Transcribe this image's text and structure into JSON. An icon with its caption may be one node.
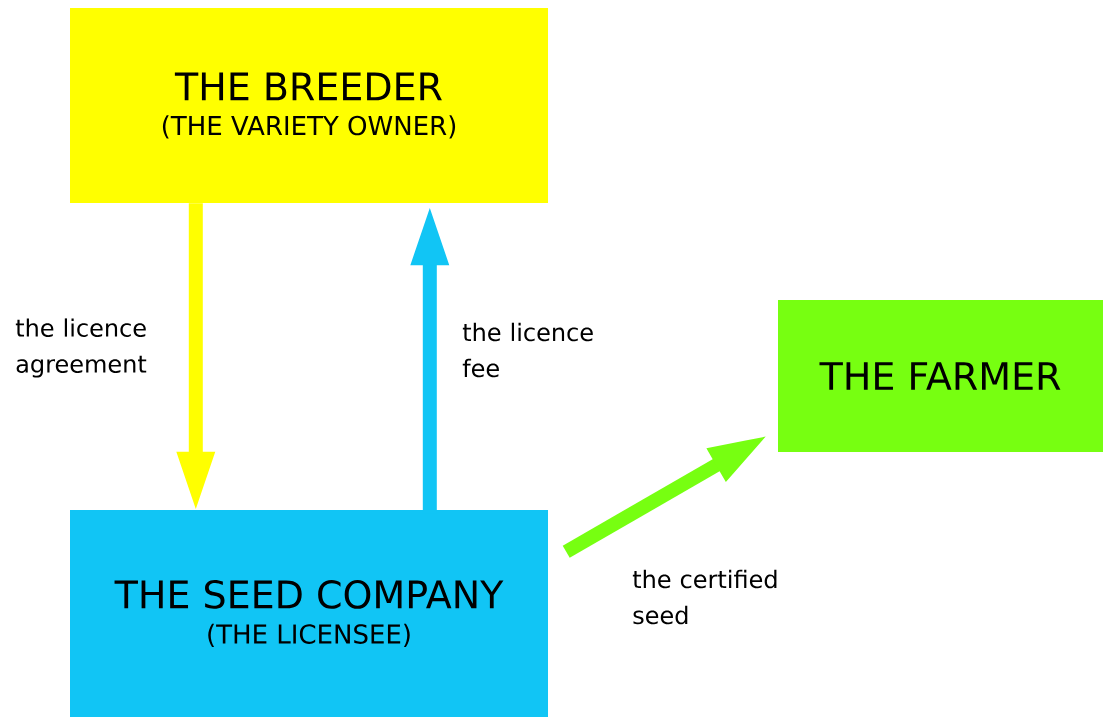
{
  "diagram": {
    "nodes": [
      {
        "text": [
          "THE BREEDER",
          "(THE VARIETY OWNER)"
        ]
      },
      {
        "text": [
          "THE SEED COMPANY",
          "(THE LICENSEE)"
        ]
      },
      {
        "text": [
          "THE FARMER"
        ]
      }
    ],
    "edges": [
      {
        "from": 0,
        "to": 1,
        "arrow": "to",
        "label": "the licence agreement",
        "color": "#ffff00"
      },
      {
        "from": 1,
        "to": 0,
        "arrow": "to",
        "label": "the licence fee",
        "color": "#11c5f5"
      },
      {
        "from": 1,
        "to": 2,
        "arrow": "to",
        "label": "the certified seed",
        "color": "#77ff11"
      }
    ]
  }
}
